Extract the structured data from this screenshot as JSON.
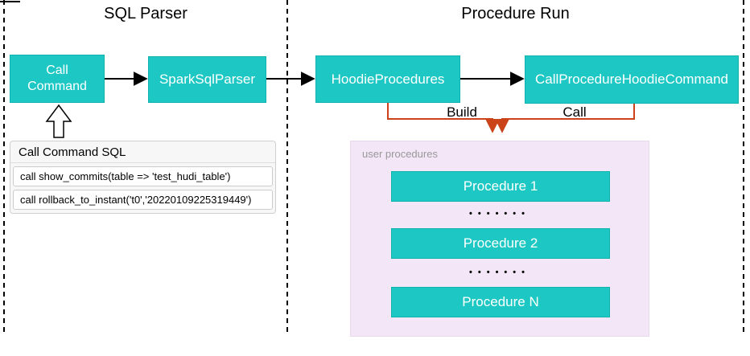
{
  "sections": {
    "sql_parser": {
      "title": "SQL Parser"
    },
    "procedure_run": {
      "title": "Procedure Run"
    }
  },
  "nodes": {
    "call_command": "Call Command",
    "spark_sql_parser": "SparkSqlParser",
    "hoodie_procedures": "HoodieProcedures",
    "call_procedure_hoodie_command": "CallProcedureHoodieCommand"
  },
  "edges": {
    "build_label": "Build",
    "call_label": "Call"
  },
  "sql_panel": {
    "title": "Call Command SQL",
    "rows": [
      "call show_commits(table => 'test_hudi_table')",
      "call rollback_to_instant('t0','20220109225319449')"
    ]
  },
  "user_procedures": {
    "label": "user procedures",
    "items": [
      "Procedure 1",
      "Procedure 2",
      "Procedure N"
    ],
    "separator": "•••••••"
  },
  "colors": {
    "teal": "#1dc8c4",
    "teal_border": "#10b2ae",
    "pink": "#f3e6f6",
    "orange": "#cb4318",
    "gray_label": "#999999",
    "panel_bg": "#f7f7f7",
    "panel_border": "#d0d0d0"
  }
}
